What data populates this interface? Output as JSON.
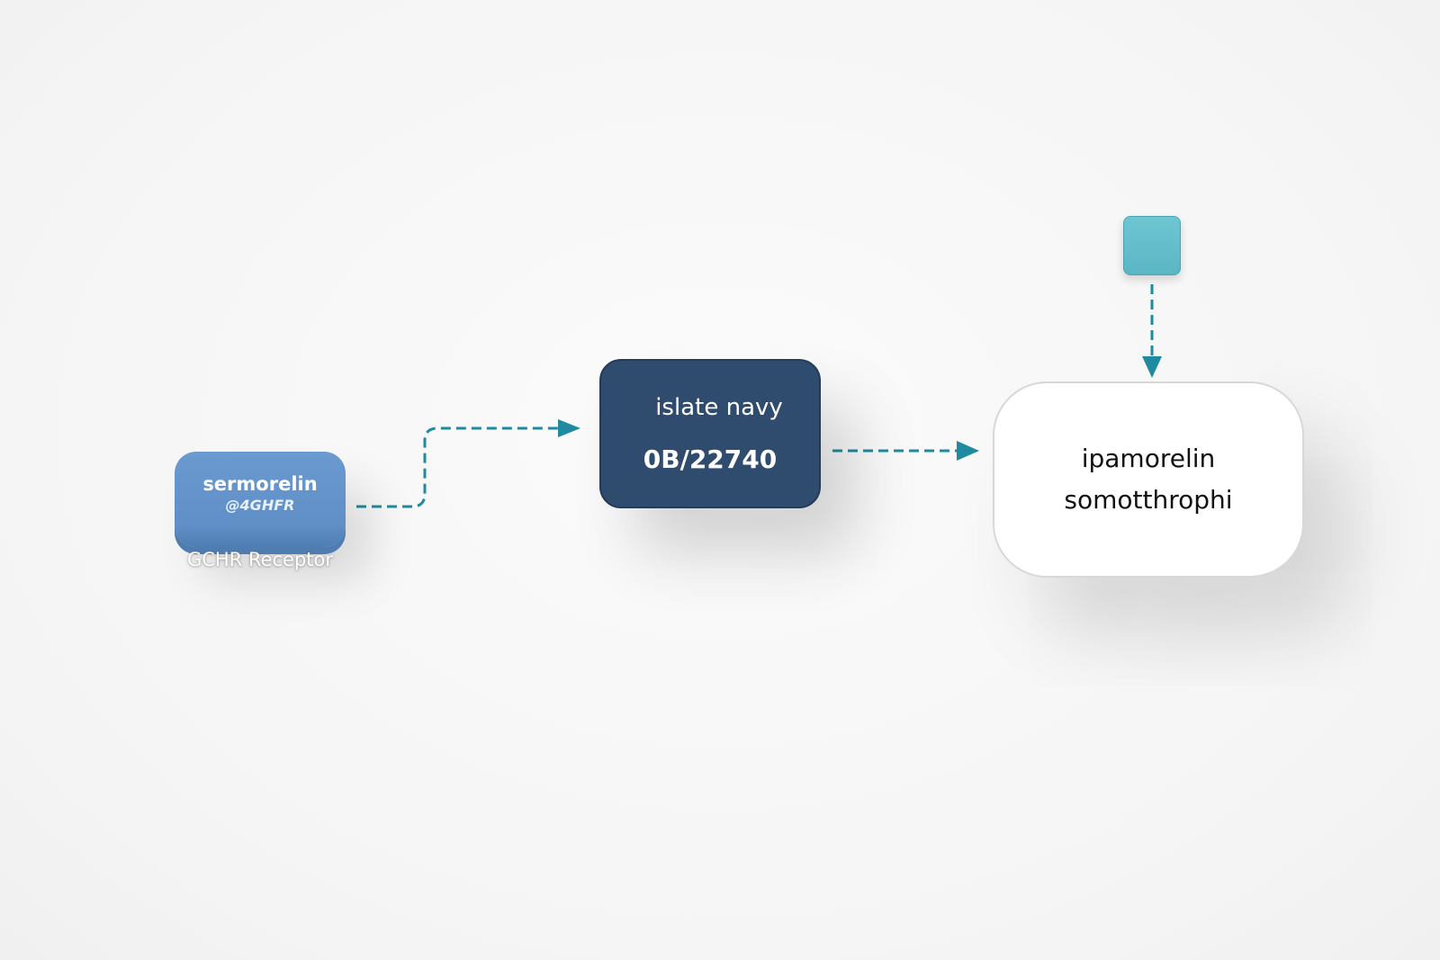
{
  "nodes": {
    "sermorelin": {
      "title": "sermorelin",
      "subtitle": "@4GHFR",
      "caption": "GCHR Receptor"
    },
    "navy": {
      "title": "islate navy",
      "code": "0B/22740"
    },
    "ipamorelin": {
      "line1": "ipamorelin",
      "line2": "somotthrophi"
    }
  },
  "colors": {
    "edge": "#1f8aa0",
    "sermorelin": "#5f8fc6",
    "navy": "#2f4b6e",
    "ipamorelin": "#ffffff",
    "square": "#5bb6c4"
  },
  "edges": [
    {
      "from": "sermorelin",
      "to": "navy",
      "style": "dashed"
    },
    {
      "from": "navy",
      "to": "ipamorelin",
      "style": "dashed"
    },
    {
      "from": "square",
      "to": "ipamorelin",
      "style": "dashed"
    }
  ]
}
